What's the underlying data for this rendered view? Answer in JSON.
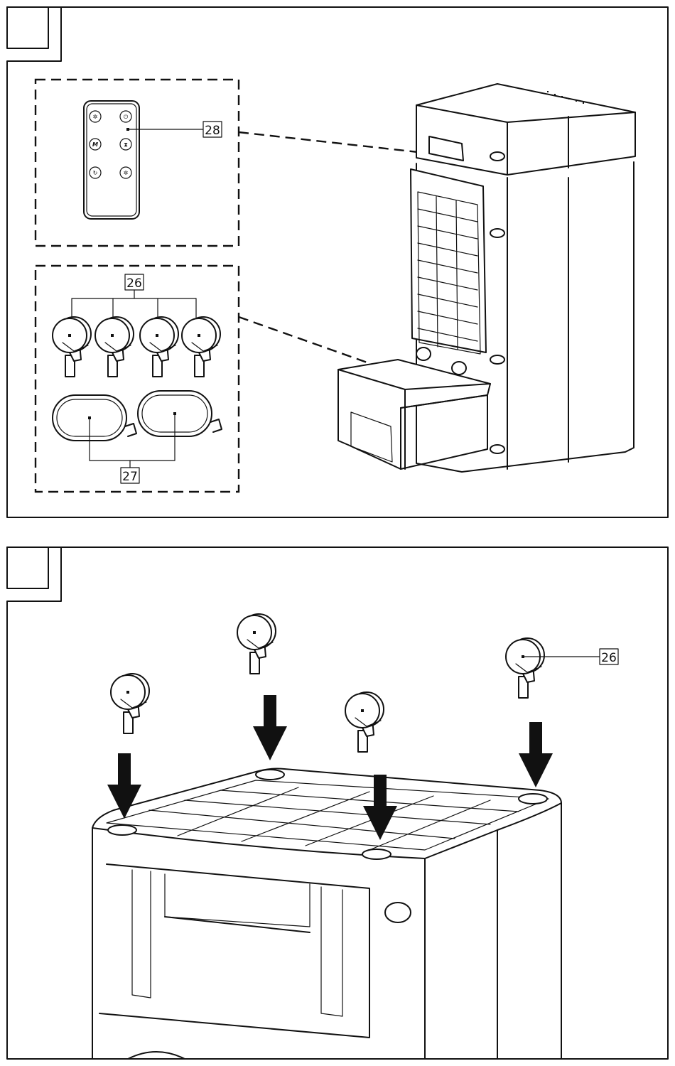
{
  "panels": [
    {
      "step_number": "",
      "callouts": {
        "remote_control": "28",
        "wheels": "26",
        "feet": "27"
      }
    },
    {
      "step_number": "",
      "callouts": {
        "wheel": "26"
      }
    }
  ],
  "icons": [
    "remote-control-icon",
    "caster-wheel-icon",
    "foot-pad-icon",
    "air-cooler-icon",
    "down-arrow-icon"
  ]
}
